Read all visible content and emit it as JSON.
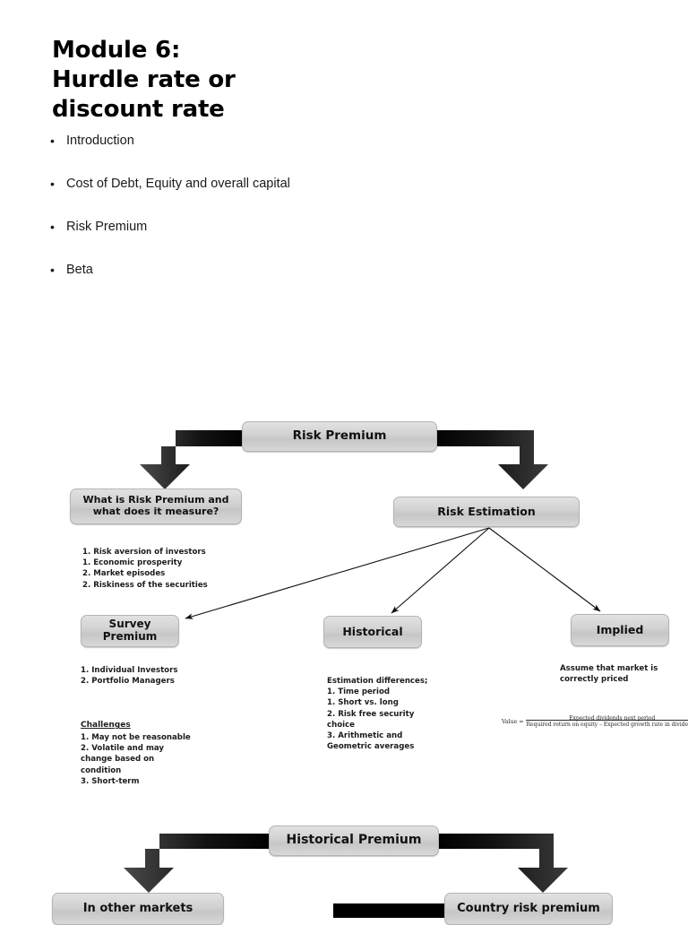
{
  "slide": {
    "title": "Module 6:\nHurdle rate or\ndiscount rate",
    "bullets": [
      "Introduction",
      "Cost of Debt, Equity and overall capital",
      "Risk Premium",
      "Beta"
    ],
    "bullet_marker": "•"
  },
  "diagram_top": {
    "root_label": "Risk Premium",
    "left_label": "What is Risk Premium and what does it measure?",
    "right_label": "Risk Estimation",
    "left_detail": "1. Risk aversion of investors\n     1. Economic prosperity\n     2. Market episodes\n2. Riskiness of the securities"
  },
  "branches": {
    "survey": {
      "label": "Survey Premium",
      "list": "1. Individual Investors\n2. Portfolio Managers",
      "challenges_heading": "Challenges",
      "challenges": "1. May not be reasonable\n2. Volatile and may\n    change based on\n    condition\n3. Short-term"
    },
    "historical": {
      "label": "Historical",
      "detail": "Estimation differences;\n1. Time period\n      1. Short vs. long\n2. Risk free security\n    choice\n3. Arithmetic and\n    Geometric averages"
    },
    "implied": {
      "label": "Implied",
      "detail": "Assume that market is\ncorrectly priced",
      "formula_lhs": "Value =",
      "formula_numerator": "Expected dividends next period",
      "formula_denominator": "Required return on equity – Expected growth rate in dividends"
    }
  },
  "diagram_bottom": {
    "root_label": "Historical Premium",
    "left_label": "In  other markets",
    "right_label": "Country risk premium"
  },
  "colors": {
    "box_fill_top": "#e2e2e2",
    "box_fill_bottom": "#c6c6c6",
    "box_border": "#b4b4b4",
    "arrow_dark": "#000000",
    "text": "#111111"
  }
}
